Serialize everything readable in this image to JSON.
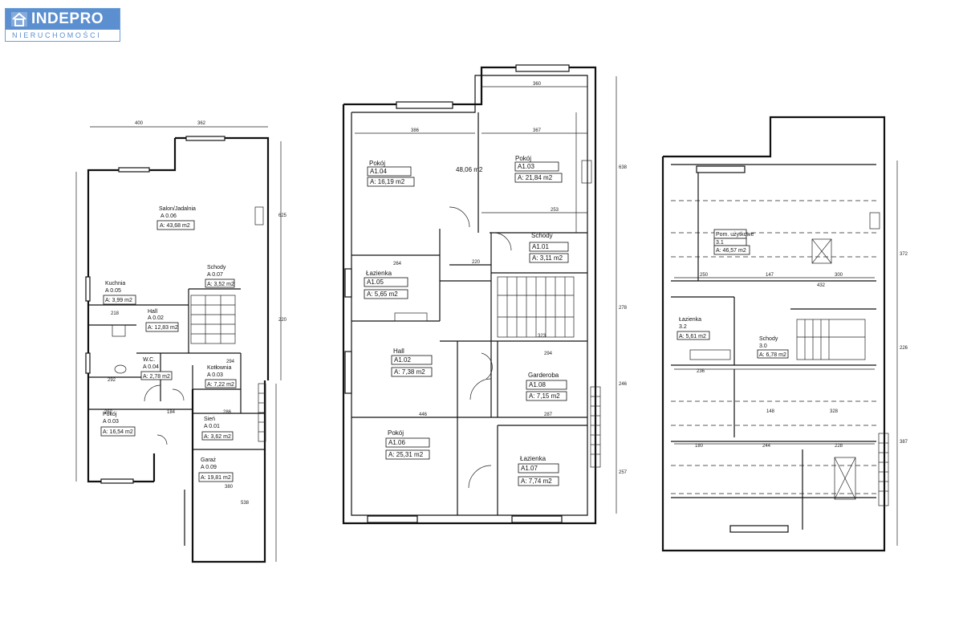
{
  "logo": {
    "brand": "INDEPRO",
    "subtitle": "NIERUCHOMOŚCI"
  },
  "ground_floor": {
    "rooms": [
      {
        "name": "Salon/Jadalnia",
        "code": "A 0.06",
        "area": "A: 43,68 m2"
      },
      {
        "name": "Kuchnia",
        "code": "A 0.05",
        "area": "A: 3,99 m2"
      },
      {
        "name": "Schody",
        "code": "A 0.07",
        "area": "A: 3,52 m2"
      },
      {
        "name": "Hall",
        "code": "A 0.02",
        "area": "A: 12,83 m2"
      },
      {
        "name": "W.C.",
        "code": "A 0.04",
        "area": "A: 2,78 m2"
      },
      {
        "name": "Kotłownia",
        "code": "A 0.03",
        "area": "A: 7,22 m2"
      },
      {
        "name": "Pokój",
        "code": "A 0.03",
        "area": "A: 16,54 m2"
      },
      {
        "name": "Sień",
        "code": "A 0.01",
        "area": "A: 3,62 m2"
      },
      {
        "name": "Garaż",
        "code": "A 0.09",
        "area": "A: 19,81 m2"
      }
    ],
    "dims": [
      "400",
      "362",
      "294",
      "218",
      "292",
      "184",
      "286",
      "380",
      "262",
      "220",
      "538",
      "625"
    ]
  },
  "first_floor": {
    "rooms": [
      {
        "name": "Pokój",
        "code": "A1.04",
        "area": "A: 16,19 m2"
      },
      {
        "name": "Pokój",
        "code": "A1.03",
        "area": "A: 21,84 m2"
      },
      {
        "name": "Łazienka",
        "code": "A1.05",
        "area": "A: 5,65 m2"
      },
      {
        "name": "Schody",
        "code": "A1.01",
        "area": "A: 3,11 m2"
      },
      {
        "name": "Hall",
        "code": "A1.02",
        "area": "A: 7,38 m2"
      },
      {
        "name": "Garderoba",
        "code": "A1.08",
        "area": "A: 7,15 m2"
      },
      {
        "name": "Pokój",
        "code": "A1.06",
        "area": "A: 25,31 m2"
      },
      {
        "name": "Łazienka",
        "code": "A1.07",
        "area": "A: 7,74 m2"
      }
    ],
    "dims": [
      "360",
      "386",
      "367",
      "253",
      "264",
      "220",
      "294",
      "446",
      "287",
      "323",
      "638",
      "278",
      "246",
      "257"
    ],
    "area_note": "48,06 m2"
  },
  "attic": {
    "rooms": [
      {
        "name": "Pom. użytkowe",
        "code": "3.1",
        "area": "A: 46,57 m2"
      },
      {
        "name": "Łazienka",
        "code": "3.2",
        "area": "A: 5,61 m2"
      },
      {
        "name": "Schody",
        "code": "3.0",
        "area": "A: 6,78 m2"
      }
    ],
    "dims": [
      "250",
      "147",
      "300",
      "432",
      "236",
      "148",
      "328",
      "180",
      "244",
      "228",
      "372",
      "226",
      "387"
    ]
  }
}
